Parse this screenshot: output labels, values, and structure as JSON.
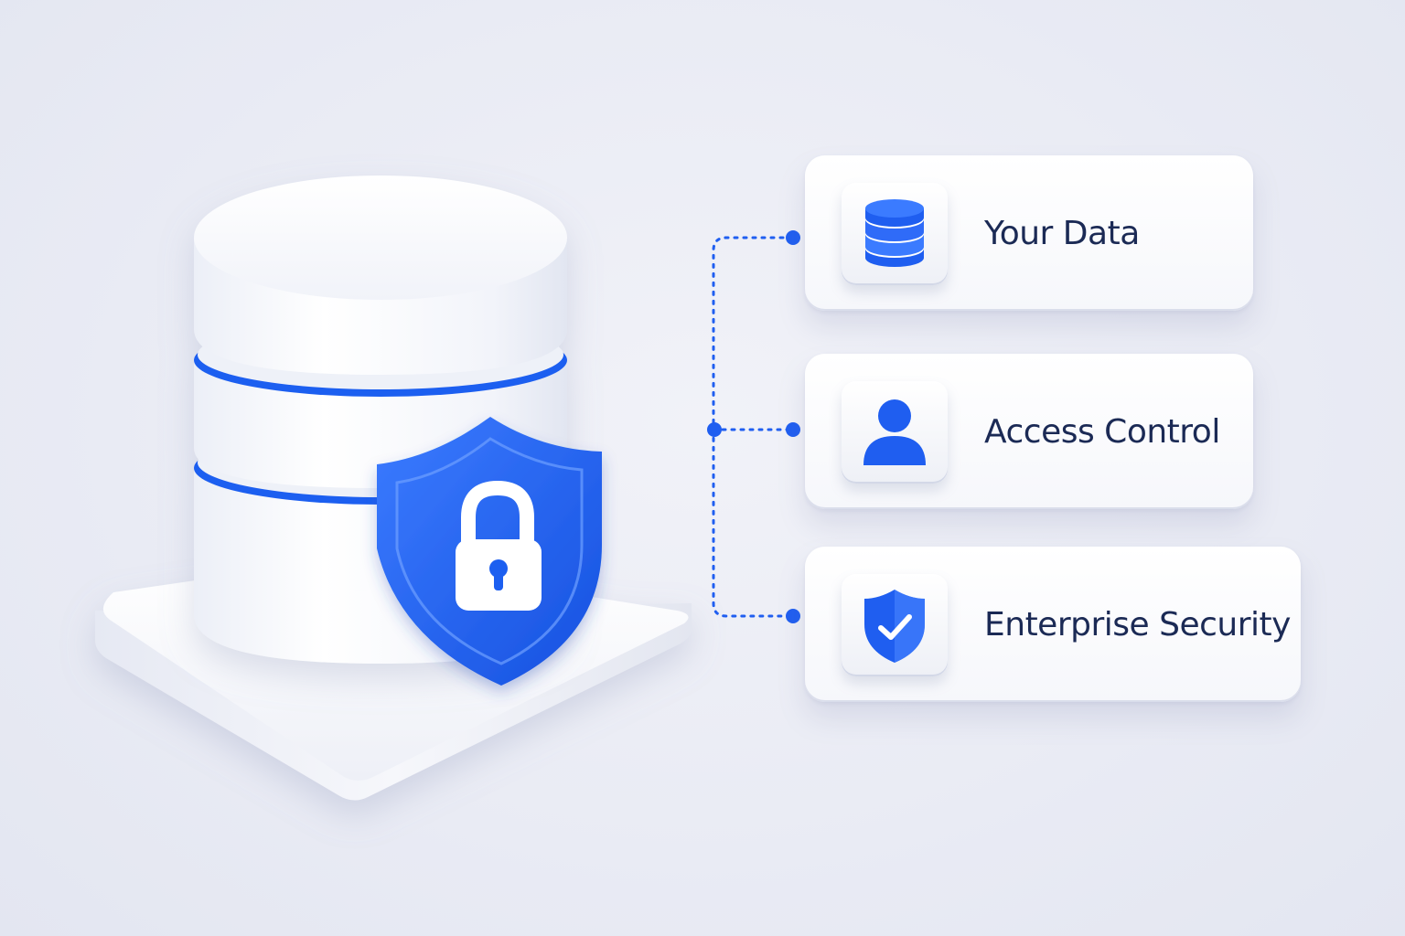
{
  "features": [
    {
      "label": "Your Data",
      "icon": "database-icon"
    },
    {
      "label": "Access Control",
      "icon": "user-icon"
    },
    {
      "label": "Enterprise Security",
      "icon": "shield-check-icon"
    }
  ],
  "colors": {
    "accent": "#1f5ef0",
    "text": "#1b2a55",
    "background": "#eceef6"
  },
  "main_graphic": {
    "icons": [
      "database-cylinder-icon",
      "shield-lock-icon"
    ]
  }
}
